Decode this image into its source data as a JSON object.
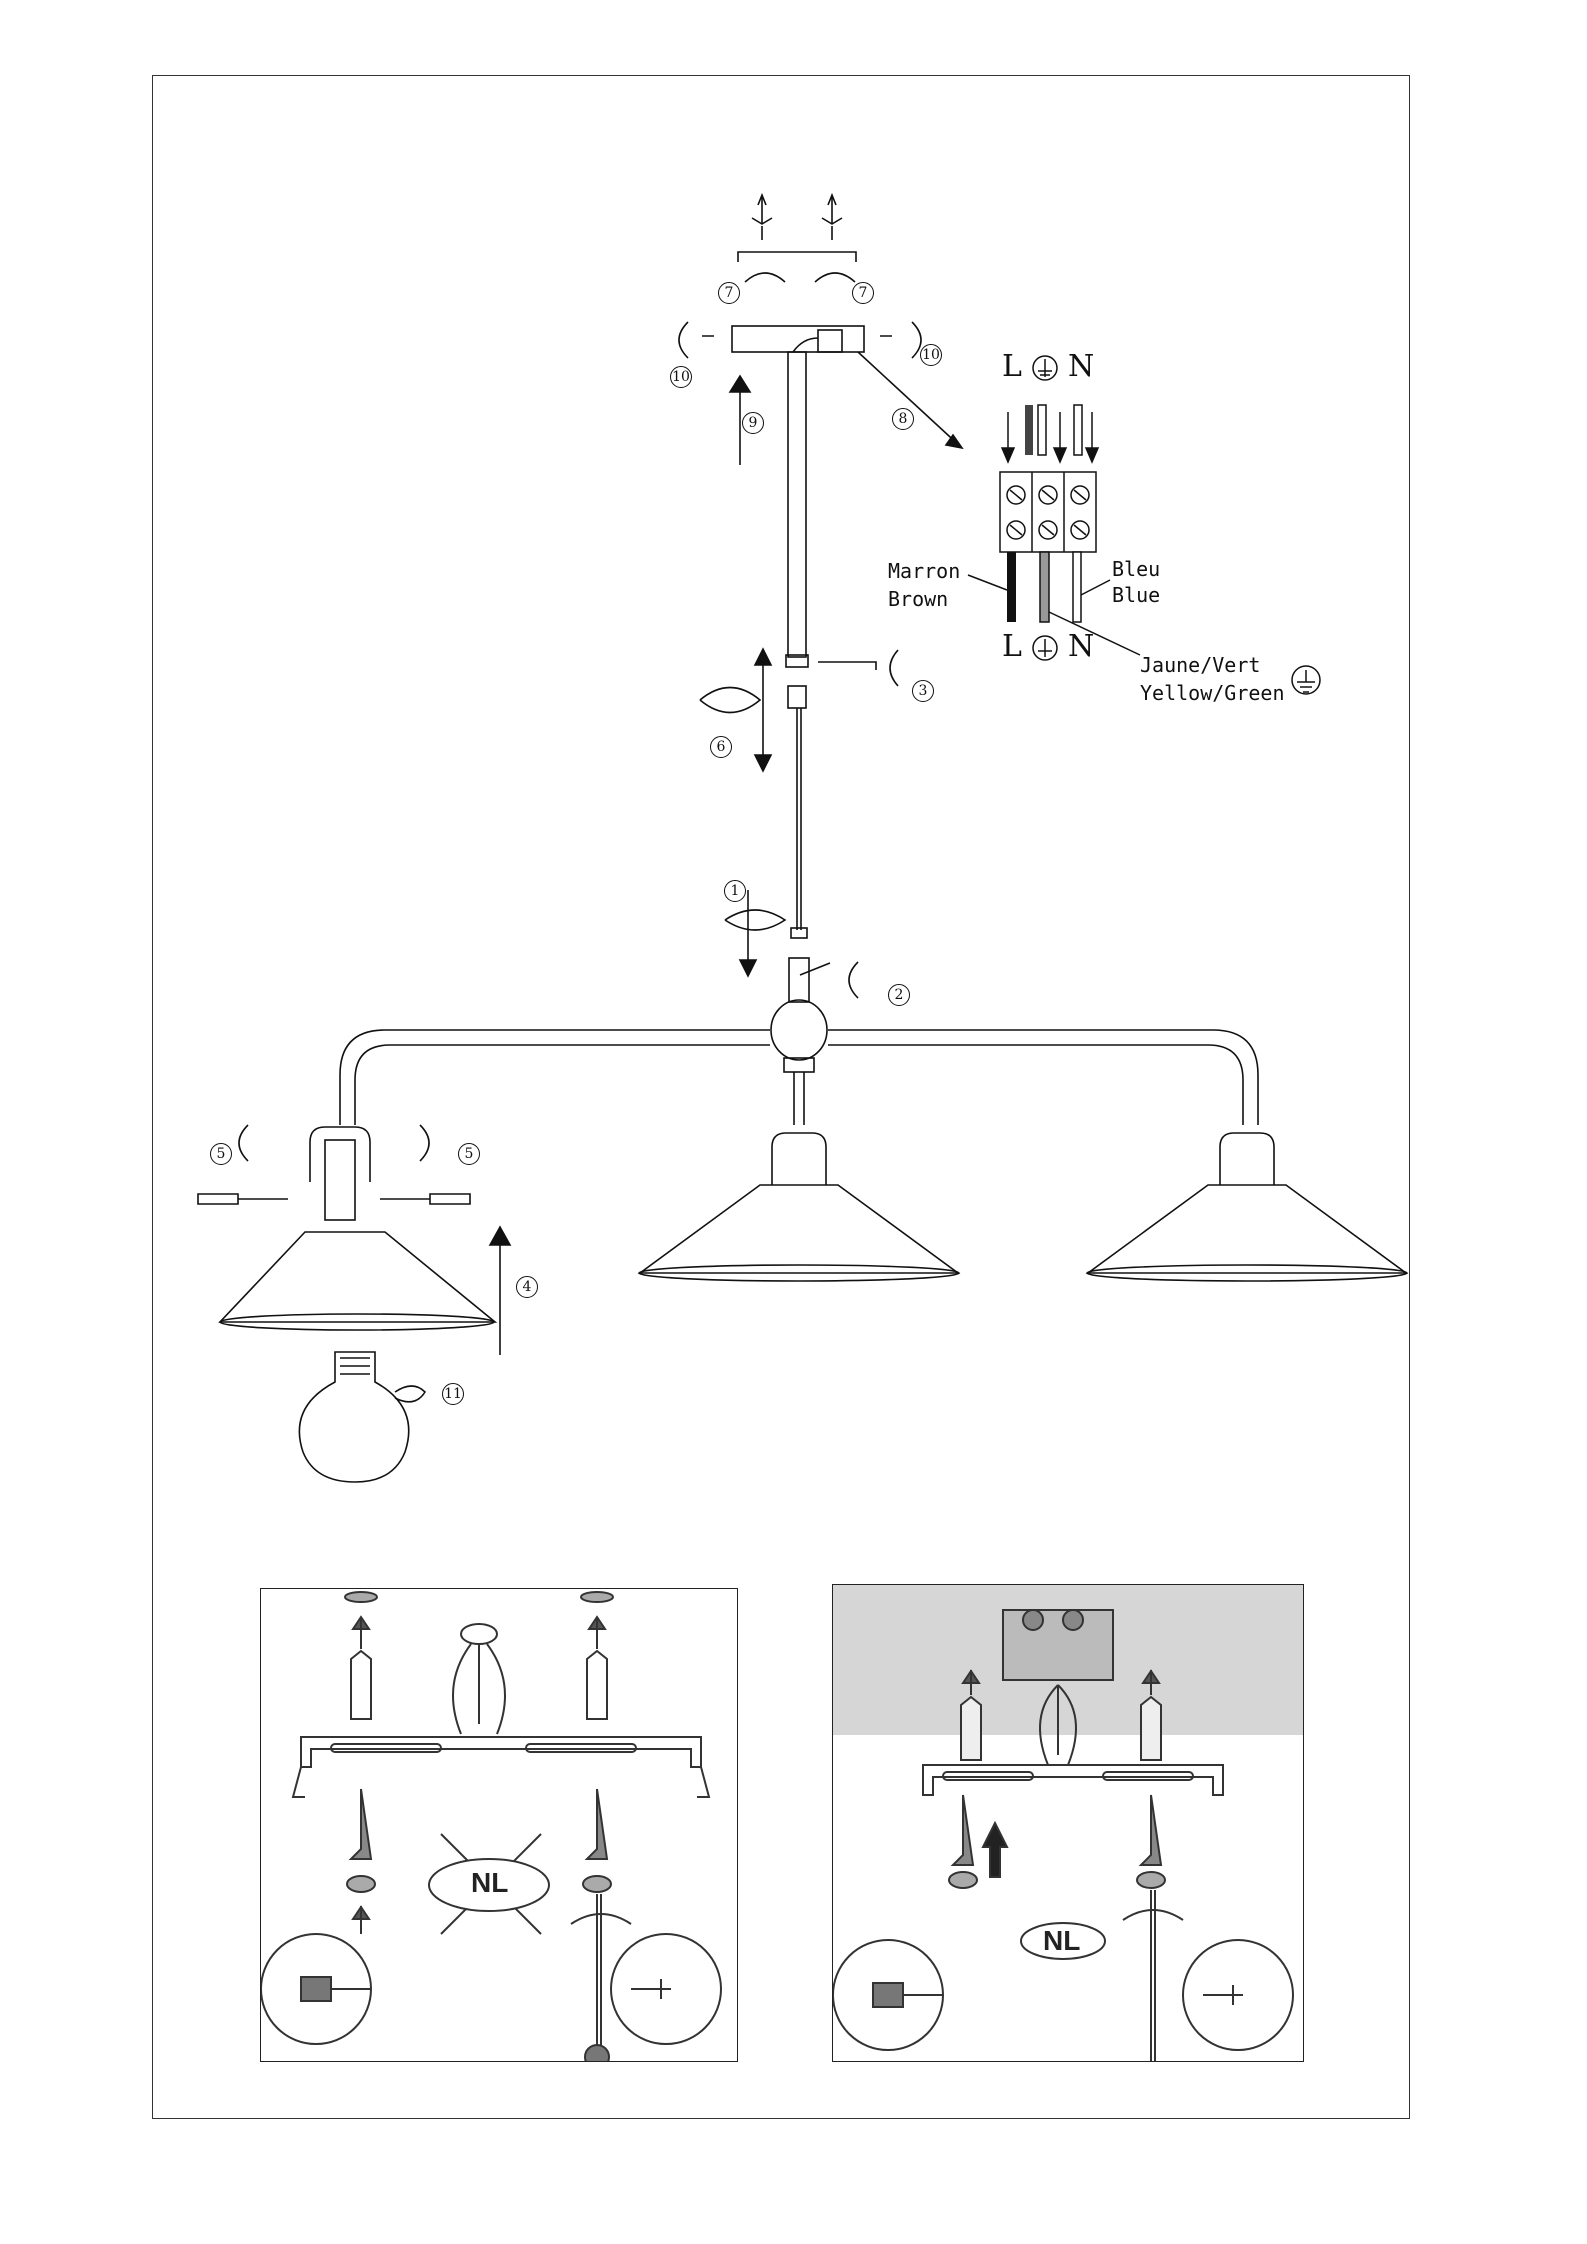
{
  "labels": {
    "L_top": "L",
    "N_top": "N",
    "L_bottom": "L",
    "N_bottom": "N",
    "marron": "Marron",
    "brown": "Brown",
    "bleu": "Bleu",
    "blue": "Blue",
    "jaune_vert": "Jaune/Vert",
    "yellow_green": "Yellow/Green"
  },
  "steps": {
    "s1": "1",
    "s2": "2",
    "s3": "3",
    "s4": "4",
    "s5a": "5",
    "s5b": "5",
    "s6": "6",
    "s7a": "7",
    "s7b": "7",
    "s8": "8",
    "s9": "9",
    "s10a": "10",
    "s10b": "10",
    "s11": "11"
  },
  "panels": {
    "left_badge": "NL",
    "right_badge": "NL"
  },
  "icons": [
    "earth-ground-icon",
    "rotate-arrow-icon",
    "up-arrow-icon",
    "screwdriver-icon",
    "drill-icon"
  ]
}
